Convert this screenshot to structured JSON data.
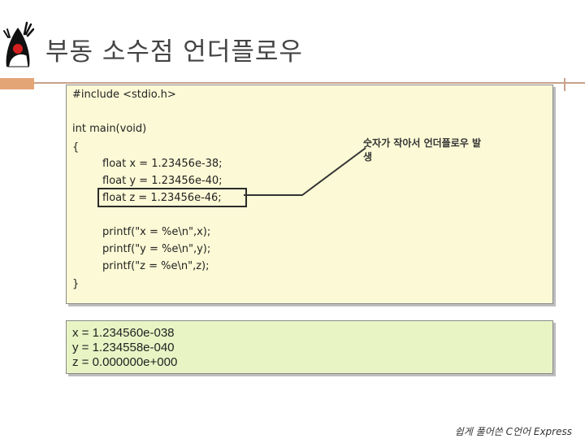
{
  "slide": {
    "title": "부동 소수점 언더플로우",
    "footer": "쉽게 풀어쓴 C언어 Express"
  },
  "code": {
    "lines": [
      "#include <stdio.h>",
      "int main(void)",
      "{",
      "float x = 1.23456e-38;",
      "float y = 1.23456e-40;",
      "float z = 1.23456e-46;",
      "printf(\"x = %e\\n\",x);",
      "printf(\"y = %e\\n\",y);",
      "printf(\"z = %e\\n\",z);",
      "}"
    ]
  },
  "callout": {
    "text": "숫자가 작아서 언더플로우 발생"
  },
  "output": {
    "lines": [
      "x = 1.234560e-038",
      "y = 1.234558e-040",
      "z = 0.000000e+000"
    ]
  },
  "colors": {
    "accent": "#e4a576",
    "code_background": "#fcfad6",
    "output_background": "#e8f4c4"
  },
  "icons": {
    "logo": "java-duke-mascot-icon"
  }
}
